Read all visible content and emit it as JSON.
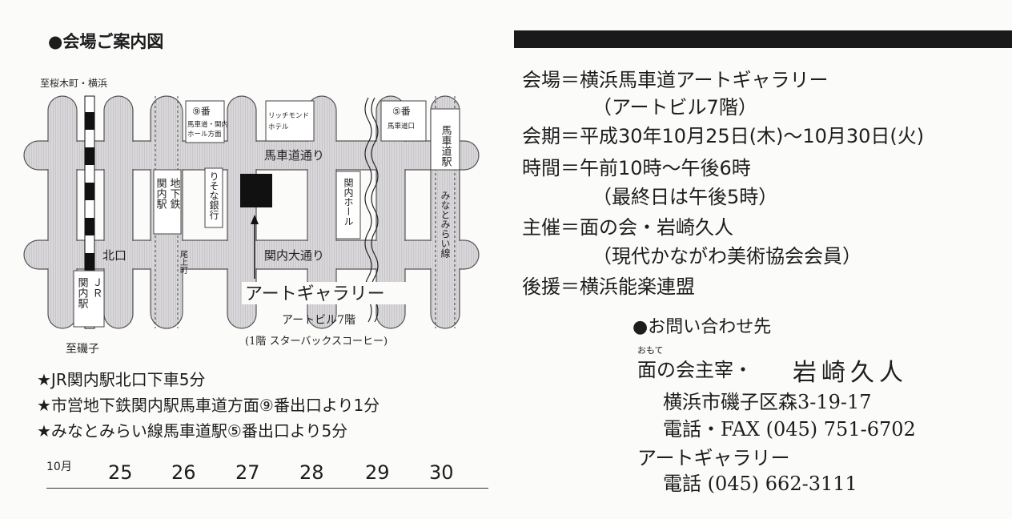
{
  "map": {
    "title": "●会場ご案内図",
    "labels": {
      "sakuragicho": "至桜木町・横浜",
      "isogo": "至磯子",
      "exit9_no": "⑨番",
      "exit9_line1": "馬車道・関内",
      "exit9_line2": "ホール方面",
      "richmond_line1": "リッチモンド",
      "richmond_line2": "ホテル",
      "exit5_no": "⑤番",
      "exit5_sub": "馬車道口",
      "bashamichi_station": "馬車道駅",
      "bashamichi_dori": "馬車道通り",
      "resona": "りそな銀行",
      "kannai_hall": "関内ホール",
      "kannai_subway_a": "関内駅",
      "kannai_subway_b": "地下鉄",
      "minatomirai": "みなとみらい線",
      "kitaguchi": "北口",
      "onoe": "尾上町",
      "kannai_odori": "関内大通り",
      "jr_a": "関内駅",
      "jr_b": "ＪＲ",
      "gallery": "アートギャラリー",
      "gallery_building": "アートビル7階",
      "gallery_floor1": "(1階 スターバックスコーヒー)"
    }
  },
  "directions": [
    "★JR関内駅北口下車5分",
    "★市営地下鉄関内駅馬車道方面⑨番出口より1分",
    "★みなとみらい線馬車道駅⑤番出口より5分"
  ],
  "calendar": {
    "month": "10月",
    "days": [
      "25",
      "26",
      "27",
      "28",
      "29",
      "30"
    ]
  },
  "info": [
    "会場＝横浜馬車道アートギャラリー",
    "（アートビル7階）",
    "会期＝平成30年10月25日(木)～10月30日(火)",
    "時間＝午前10時～午後6時",
    "（最終日は午後5時）",
    "主催＝面の会・岩崎久人",
    "（現代かながわ美術協会会員）",
    "後援＝横浜能楽連盟"
  ],
  "contact": {
    "heading": "●お問い合わせ先",
    "ruby": "おもて",
    "org": "面の会主宰・",
    "name": "岩崎久人",
    "address": "横浜市磯子区森3-19-17",
    "tel_fax": "電話・FAX (045) 751-6702",
    "gallery": "アートギャラリー",
    "gallery_tel": "電話 (045) 662-3111"
  },
  "colors": {
    "road_fill": "#d7d5d8",
    "ink": "#1d1d1d",
    "venue": "#111111"
  }
}
